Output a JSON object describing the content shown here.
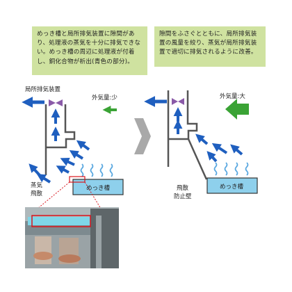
{
  "left_panel": {
    "note": "めっき槽と局所排気装置に隙間があり、処理液の蒸気を十分に排気できない。めっき槽の周辺に処理液が付着し、銅化合物が析出(青色の部分)。",
    "device_label": "局所排気装置",
    "outside_air_label": "外気量:少",
    "vapor_label_line1": "蒸気",
    "vapor_label_line2": "飛散",
    "tank_label": "めっき槽"
  },
  "right_panel": {
    "note": "隙間をふさぐとともに、局所排気装置の風量を絞り、蒸気が局所排気装置で適切に排気されるように改善。",
    "outside_air_label": "外気量:大",
    "wall_label_line1": "飛散",
    "wall_label_line2": "防止壁",
    "tank_label": "めっき槽"
  },
  "colors": {
    "note_bg": "#cfe2a0",
    "arrow_blue": "#1f5fbf",
    "arrow_green": "#3aa335",
    "tank_fill": "#8ed0ec",
    "vapor": "#5aa8e0",
    "damper": "#8a5aa8",
    "photo_outline": "#d8141c"
  }
}
